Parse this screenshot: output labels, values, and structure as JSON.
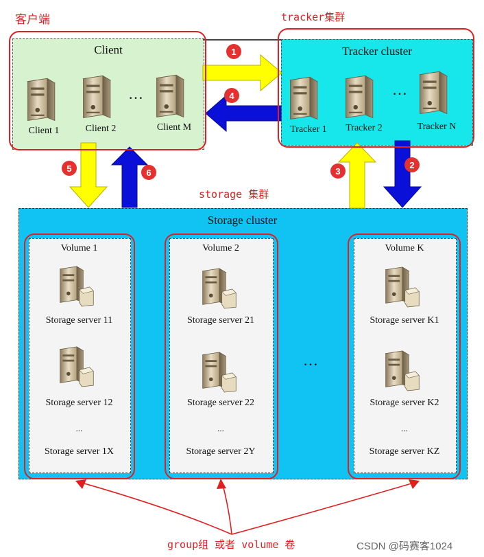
{
  "annotations": {
    "client_zh": "客户端",
    "tracker_zh": "tracker集群",
    "storage_zh": "storage 集群",
    "volume_zh": "group组 或者 volume 卷"
  },
  "client": {
    "title": "Client",
    "servers": [
      "Client 1",
      "Client 2",
      "Client M"
    ],
    "ellipsis": "…"
  },
  "tracker": {
    "title": "Tracker cluster",
    "servers": [
      "Tracker 1",
      "Tracker 2",
      "Tracker N"
    ],
    "ellipsis": "…"
  },
  "storage": {
    "title": "Storage cluster",
    "volumes": [
      {
        "name": "Volume 1",
        "servers": [
          "Storage server 11",
          "Storage server 12"
        ],
        "dots": "...",
        "last": "Storage server 1X"
      },
      {
        "name": "Volume 2",
        "servers": [
          "Storage server 21",
          "Storage server 22"
        ],
        "dots": "...",
        "last": "Storage server 2Y"
      },
      {
        "name": "Volume K",
        "servers": [
          "Storage server K1",
          "Storage server K2"
        ],
        "dots": "...",
        "last": "Storage server KZ"
      }
    ],
    "ellipsis": "…"
  },
  "steps": [
    "1",
    "2",
    "3",
    "4",
    "5",
    "6"
  ],
  "colors": {
    "forward_arrow": "#ffff00",
    "return_arrow": "#0a10d8",
    "annotation": "#e02020"
  },
  "watermark": "CSDN @码赛客1024"
}
